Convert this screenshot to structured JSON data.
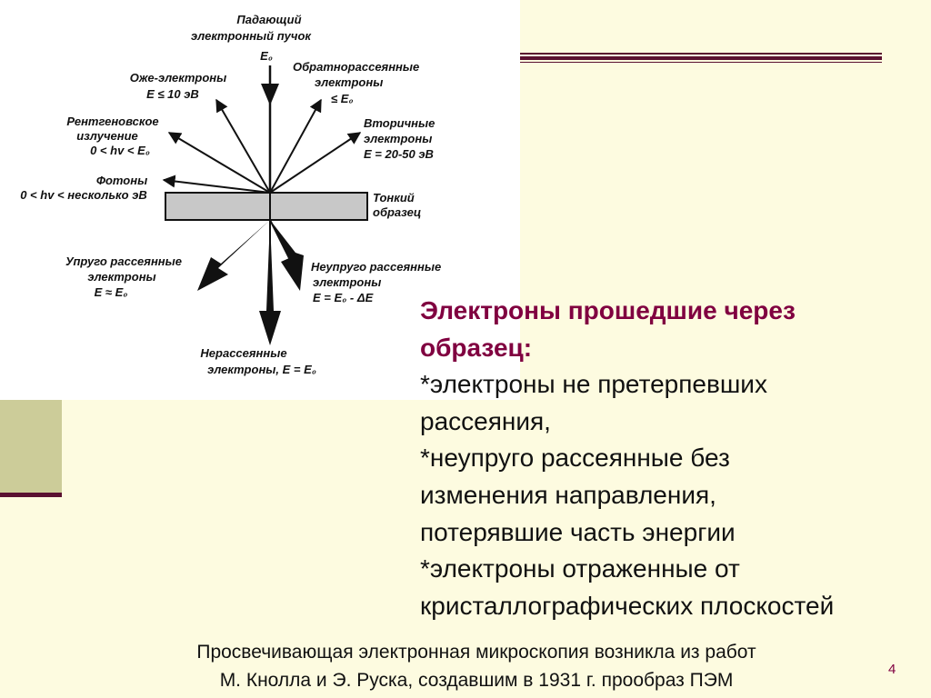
{
  "diagram": {
    "labels": {
      "incident_1": "Падающий",
      "incident_2": "электронный пучок",
      "incident_3": "E₀",
      "auger_1": "Оже-электроны",
      "auger_2": "E ≤ 10 эВ",
      "backscatter_1": "Обратнорассеянные",
      "backscatter_2": "электроны",
      "backscatter_3": "≤ E₀",
      "xray_1": "Рентгеновское",
      "xray_2": "излучение",
      "xray_3": "0 < hv < E₀",
      "secondary_1": "Вторичные",
      "secondary_2": "электроны",
      "secondary_3": "E = 20-50 эВ",
      "photons_1": "Фотоны",
      "photons_2": "0 < hv < несколько эВ",
      "sample_1": "Тонкий",
      "sample_2": "образец",
      "elastic_1": "Упруго рассеянные",
      "elastic_2": "электроны",
      "elastic_3": "E ≈ E₀",
      "inelastic_1": "Неупруго рассеянные",
      "inelastic_2": "электроны",
      "inelastic_3": "E = E₀ - ΔE",
      "unscattered_1": "Нерассеянные",
      "unscattered_2": "электроны, E = E₀"
    }
  },
  "text": {
    "heading_line1": "Электроны прошедшие через",
    "heading_line2": "образец:",
    "lines": [
      "*электроны не претерпевших",
      "рассеяния,",
      "*неупруго рассеянные без",
      "изменения направления,",
      "потерявшие часть энергии",
      "*электроны отраженные от",
      "кристаллографических плоскостей"
    ]
  },
  "footer": {
    "line1": "Просвечивающая электронная микроскопия возникла из работ",
    "line2": "М. Кнолла и Э. Руска, создавшим в 1931 г. прообраз ПЭМ"
  },
  "page_number": "4",
  "colors": {
    "background": "#fdfbe0",
    "heading": "#800040",
    "accent_bar": "#5a1030",
    "olive_block": "#cccc99",
    "sample_fill": "#c8c8c8"
  }
}
